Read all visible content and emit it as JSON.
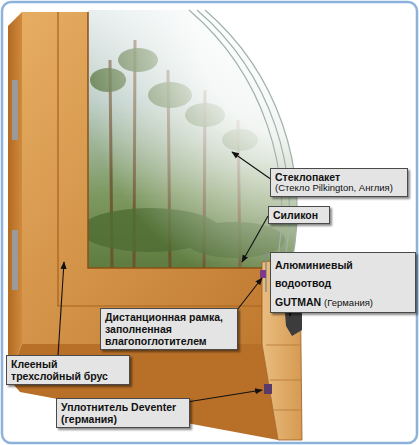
{
  "diagram": {
    "nodes": [
      {
        "text": [
          "Стеклопакет",
          "(Стекло Pilkington, Англия)"
        ]
      },
      {
        "text": [
          "Силикон"
        ]
      },
      {
        "text": [
          "Алюминиевый водоотвод GUTMAN",
          "(Германия)"
        ]
      },
      {
        "text": [
          "Дистанционная рамка, заполненная влагопоглотителем"
        ]
      },
      {
        "text": [
          "Клееный трехслойный брус"
        ]
      },
      {
        "text": [
          "Уплотнитель Deventer (германия)"
        ]
      }
    ]
  }
}
